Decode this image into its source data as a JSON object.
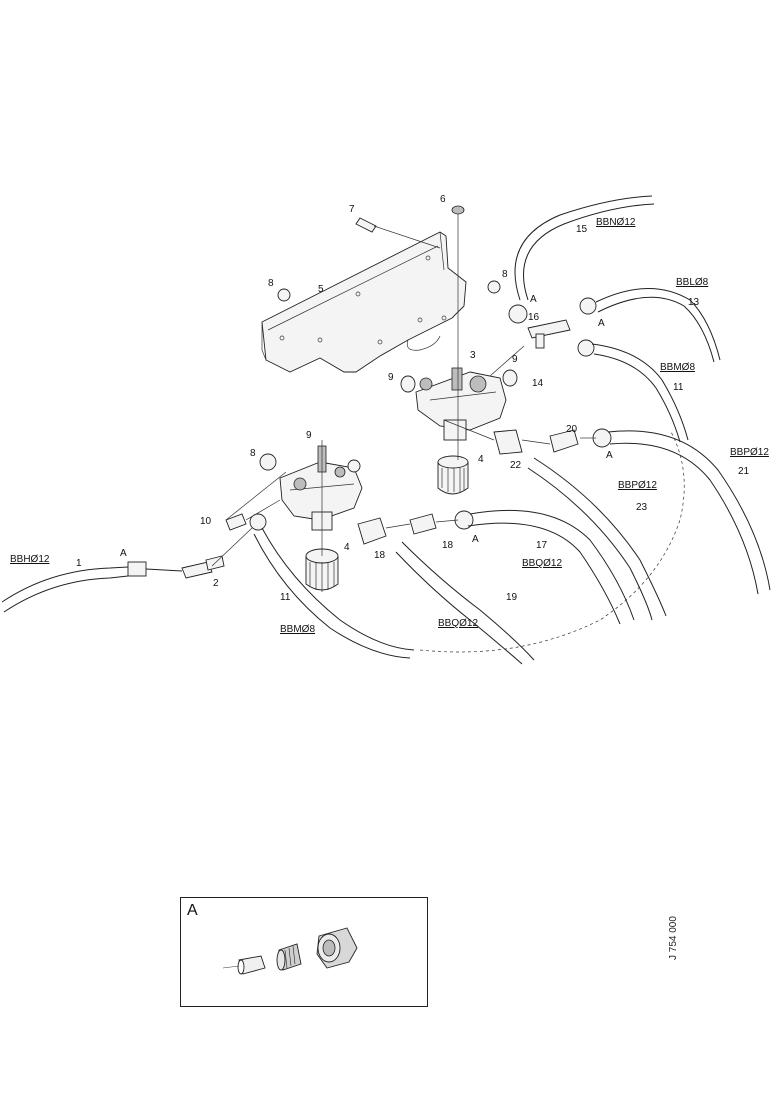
{
  "diagram": {
    "part_numbers": {
      "p1": "1",
      "p2": "2",
      "p3": "3",
      "p4a": "4",
      "p4b": "4",
      "p5": "5",
      "p6": "6",
      "p7": "7",
      "p8a": "8",
      "p8b": "8",
      "p8c": "8",
      "p9a": "9",
      "p9b": "9",
      "p9c": "9",
      "p10": "10",
      "p11a": "11",
      "p11b": "11",
      "p13": "13",
      "p14": "14",
      "p15": "15",
      "p16": "16",
      "p17": "17",
      "p18a": "18",
      "p18b": "18",
      "p19": "19",
      "p20": "20",
      "p21": "21",
      "p22": "22",
      "p23": "23"
    },
    "hose_codes": {
      "bbn": "BBNØ12",
      "bbl": "BBLØ8",
      "bbm_upper": "BBMØ8",
      "bbp12": "BBPØ12",
      "bbp_mid": "BBPØ12",
      "bbh": "BBHØ12",
      "bbq_lower": "BBQØ12",
      "bbm_lower": "BBMØ8",
      "bbq_mid": "BBQØ12"
    },
    "detail_refs": {
      "a1": "A",
      "a2": "A",
      "a3": "A",
      "a4": "A",
      "a5": "A"
    }
  },
  "inset": {
    "title": "A"
  },
  "reference_code": "J 754 000"
}
